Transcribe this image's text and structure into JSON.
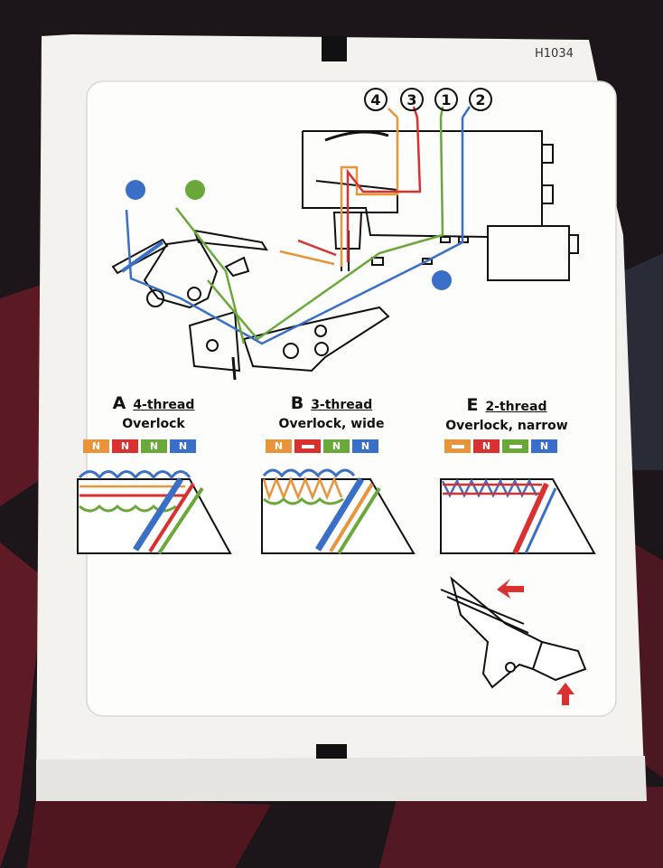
{
  "card_code": "H1034",
  "needle_numbers": [
    "4",
    "3",
    "1",
    "2"
  ],
  "thread_colors": {
    "orange": "#e8943a",
    "red": "#d93030",
    "green": "#6aa83a",
    "blue": "#3a6fc8"
  },
  "columns": [
    {
      "letter": "A",
      "threads": "4-thread",
      "subtitle": "Overlock",
      "chips": [
        {
          "color": "#e8943a",
          "mark": "N"
        },
        {
          "color": "#d93030",
          "mark": "N"
        },
        {
          "color": "#6aa83a",
          "mark": "N"
        },
        {
          "color": "#3a6fc8",
          "mark": "N"
        }
      ]
    },
    {
      "letter": "B",
      "threads": "3-thread",
      "subtitle": "Overlock, wide",
      "chips": [
        {
          "color": "#e8943a",
          "mark": "N"
        },
        {
          "color": "#d93030",
          "mark": "bar"
        },
        {
          "color": "#6aa83a",
          "mark": "N"
        },
        {
          "color": "#3a6fc8",
          "mark": "N"
        }
      ]
    },
    {
      "letter": "E",
      "threads": "2-thread",
      "subtitle": "Overlock, narrow",
      "chips": [
        {
          "color": "#e8943a",
          "mark": "bar"
        },
        {
          "color": "#d93030",
          "mark": "N"
        },
        {
          "color": "#6aa83a",
          "mark": "bar"
        },
        {
          "color": "#3a6fc8",
          "mark": "N"
        }
      ]
    }
  ]
}
